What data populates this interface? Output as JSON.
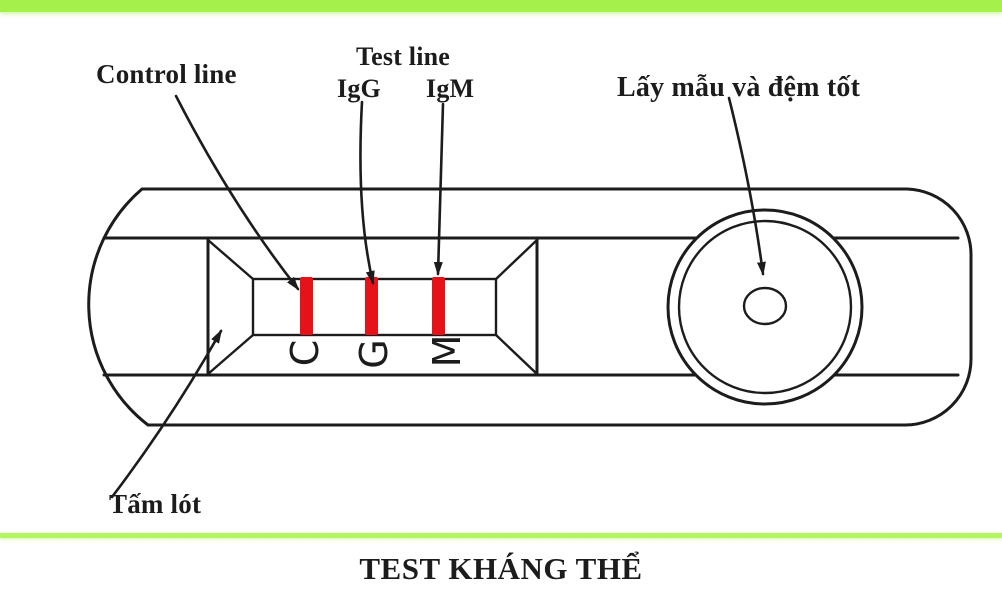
{
  "title": "TEST KHÁNG THỂ",
  "callouts": {
    "control_line": "Control line",
    "test_line": "Test line",
    "igg": "IgG",
    "igm": "IgM",
    "sample_well": "Lấy mẫu và đệm tốt",
    "backing_pad": "Tấm lót"
  },
  "strip": {
    "letters": [
      "C",
      "G",
      "M"
    ]
  },
  "colors": {
    "accent_green_top": "#a6f04c",
    "accent_green_bottom": "#b4f662",
    "line_black": "#1c1c1c",
    "test_line_red": "#e51219",
    "background": "#ffffff"
  }
}
